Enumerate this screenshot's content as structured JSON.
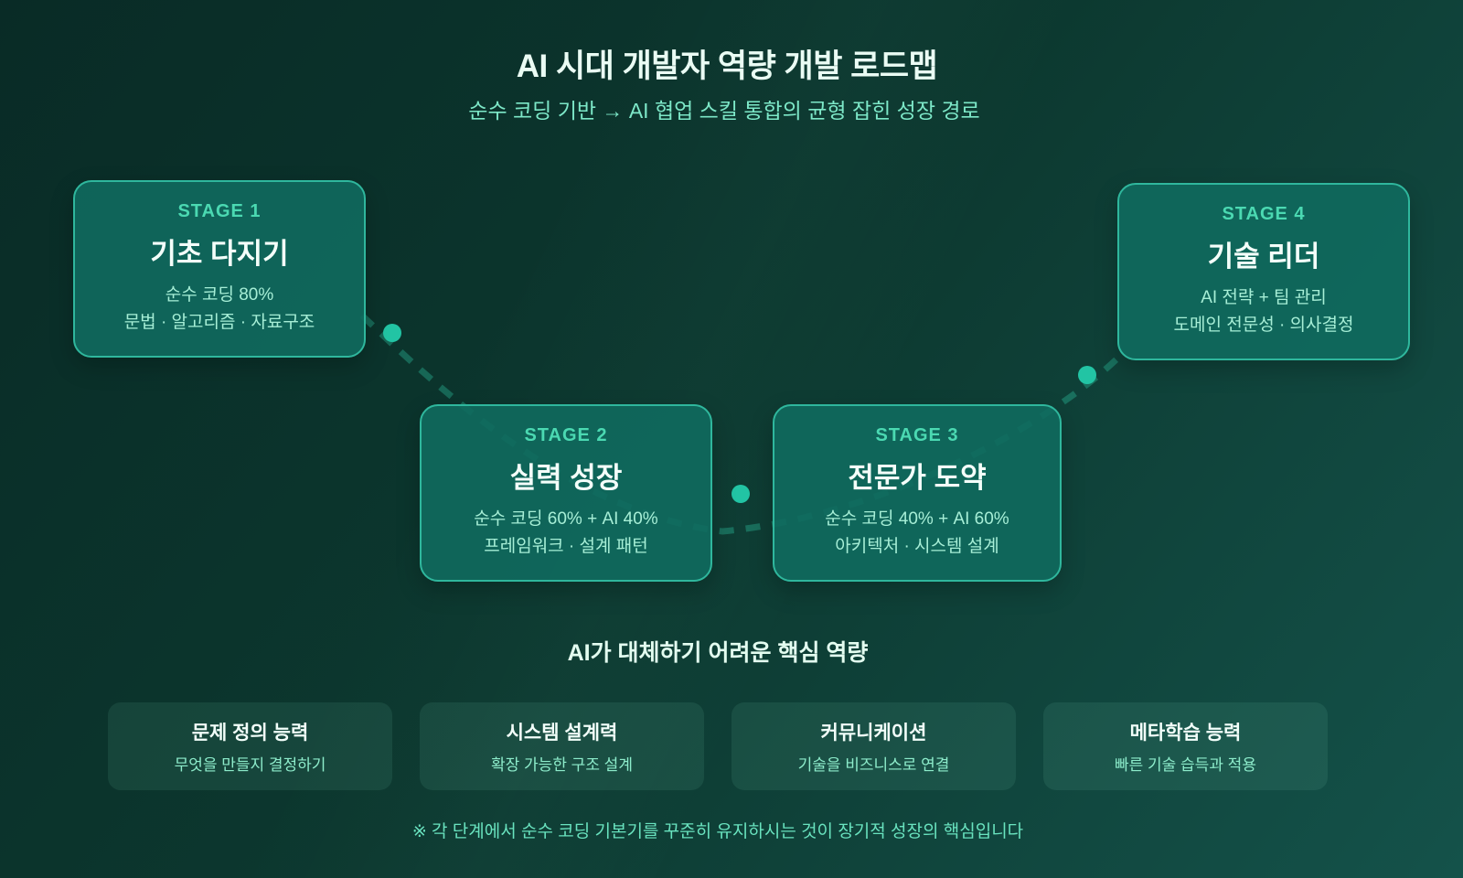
{
  "page": {
    "title": "AI 시대 개발자 역량 개발 로드맵",
    "subtitle": "순수 코딩 기반 → AI 협업 스킬 통합의 균형 잡힌 성장 경로",
    "footer_note": "※ 각 단계에서 순수 코딩 기본기를 꾸준히 유지하시는 것이 장기적 성장의 핵심입니다"
  },
  "colors": {
    "background_dark": "#092b26",
    "background_light": "#14524a",
    "card_fill": "#0f6a5e",
    "card_border": "#2fb79d",
    "dot_accent": "#22c4a4",
    "dash_line": "#2ec9a8",
    "stage_label_text": "#4bd9b2",
    "title_text": "#f4fffa",
    "body_text": "#a6eed6",
    "subtitle_text": "#7de8c8",
    "footer_text": "#69e3bf"
  },
  "stages": [
    {
      "label": "STAGE 1",
      "title": "기초 다지기",
      "line1": "순수 코딩 80%",
      "line2": "문법 · 알고리즘 · 자료구조"
    },
    {
      "label": "STAGE 2",
      "title": "실력 성장",
      "line1": "순수 코딩 60% + AI 40%",
      "line2": "프레임워크 · 설계 패턴"
    },
    {
      "label": "STAGE 3",
      "title": "전문가 도약",
      "line1": "순수 코딩 40% + AI 60%",
      "line2": "아키텍처 · 시스템 설계"
    },
    {
      "label": "STAGE 4",
      "title": "기술 리더",
      "line1": "AI 전략 + 팀 관리",
      "line2": "도메인 전문성 · 의사결정"
    }
  ],
  "core_skills": {
    "heading": "AI가 대체하기 어려운 핵심 역량",
    "items": [
      {
        "title": "문제 정의 능력",
        "desc": "무엇을 만들지 결정하기"
      },
      {
        "title": "시스템 설계력",
        "desc": "확장 가능한 구조 설계"
      },
      {
        "title": "커뮤니케이션",
        "desc": "기술을 비즈니스로 연결"
      },
      {
        "title": "메타학습 능력",
        "desc": "빠른 기술 습득과 적용"
      }
    ]
  }
}
